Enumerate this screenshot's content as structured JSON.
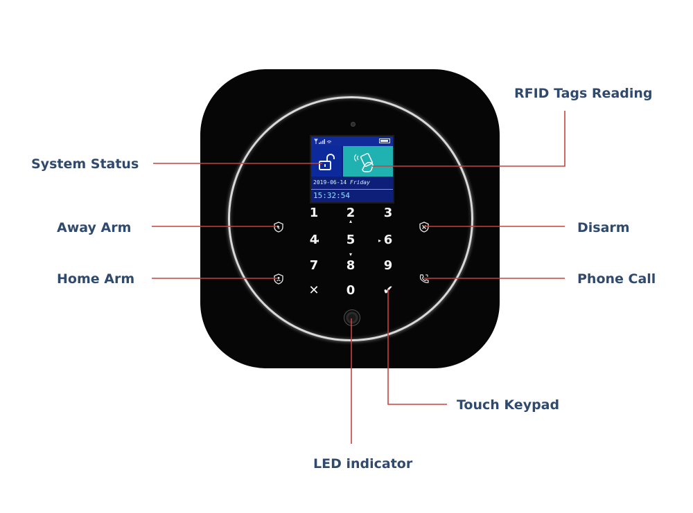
{
  "callouts": {
    "rfid": "RFID Tags Reading",
    "system_status": "System Status",
    "away_arm": "Away Arm",
    "home_arm": "Home Arm",
    "disarm": "Disarm",
    "phone_call": "Phone Call",
    "touch_keypad": "Touch Keypad",
    "led_indicator": "LED indicator"
  },
  "screen": {
    "date": "2019-06-14",
    "day": "Friday",
    "time": "15:32:54"
  },
  "keypad": {
    "k1": "1",
    "k2": "2",
    "k3": "3",
    "k4": "4",
    "k5": "5",
    "k6": "6",
    "k7": "7",
    "k8": "8",
    "k9": "9",
    "cancel": "✕",
    "k0": "0",
    "confirm": "✔",
    "k4_arrow": "◂",
    "k6_arrow": "▸",
    "k2_arrow": "▴",
    "k8_arrow": "▾"
  },
  "colors": {
    "callout_line": "#c9403f",
    "label_text": "#2f4a6c",
    "device_body": "#060606",
    "screen_bg": "#0e1f7a",
    "rfid_tile": "#1fb2b0"
  },
  "icons": {
    "away_arm": "shield-away-icon",
    "home_arm": "shield-home-icon",
    "disarm": "disarm-x-icon",
    "phone_call": "phone-icon",
    "status": "padlock-icon",
    "rfid": "rfid-hand-card-icon"
  }
}
